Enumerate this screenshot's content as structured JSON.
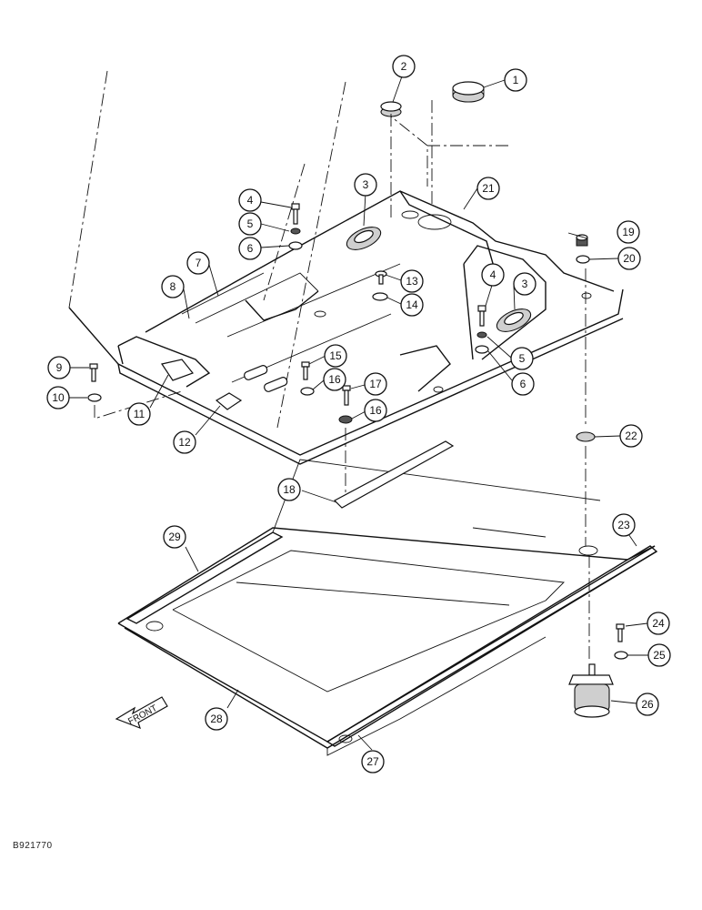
{
  "diagram": {
    "drawing_number": "B921770",
    "front_label": "FRONT",
    "callouts": [
      "1",
      "2",
      "3",
      "3",
      "4",
      "4",
      "5",
      "5",
      "6",
      "6",
      "7",
      "8",
      "9",
      "10",
      "11",
      "12",
      "13",
      "14",
      "15",
      "16",
      "16",
      "17",
      "18",
      "19",
      "20",
      "21",
      "22",
      "23",
      "24",
      "25",
      "26",
      "27",
      "28",
      "29"
    ]
  }
}
